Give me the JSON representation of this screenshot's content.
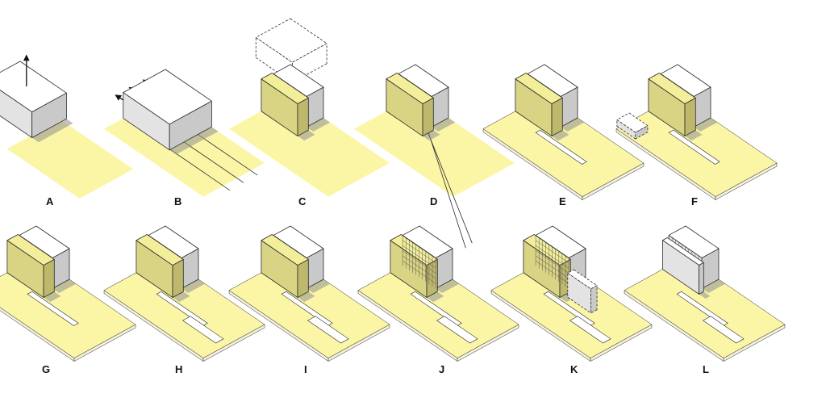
{
  "colors": {
    "site": "#fbf6a6",
    "site_base": "#f4f0dc",
    "block_top": "#ffffff",
    "block_front": "#e3e3e3",
    "block_side": "#c9c9c9",
    "slab_top": "#f3ee9a",
    "slab_front": "#d9d483",
    "slab_side": "#bdb86c",
    "line": "#2a2a2a",
    "shadow": "#8f8f8f"
  },
  "panels": [
    {
      "label": "A"
    },
    {
      "label": "B"
    },
    {
      "label": "C"
    },
    {
      "label": "D"
    },
    {
      "label": "E"
    },
    {
      "label": "F"
    },
    {
      "label": "G"
    },
    {
      "label": "H"
    },
    {
      "label": "I"
    },
    {
      "label": "J"
    },
    {
      "label": "K"
    },
    {
      "label": "L"
    }
  ]
}
